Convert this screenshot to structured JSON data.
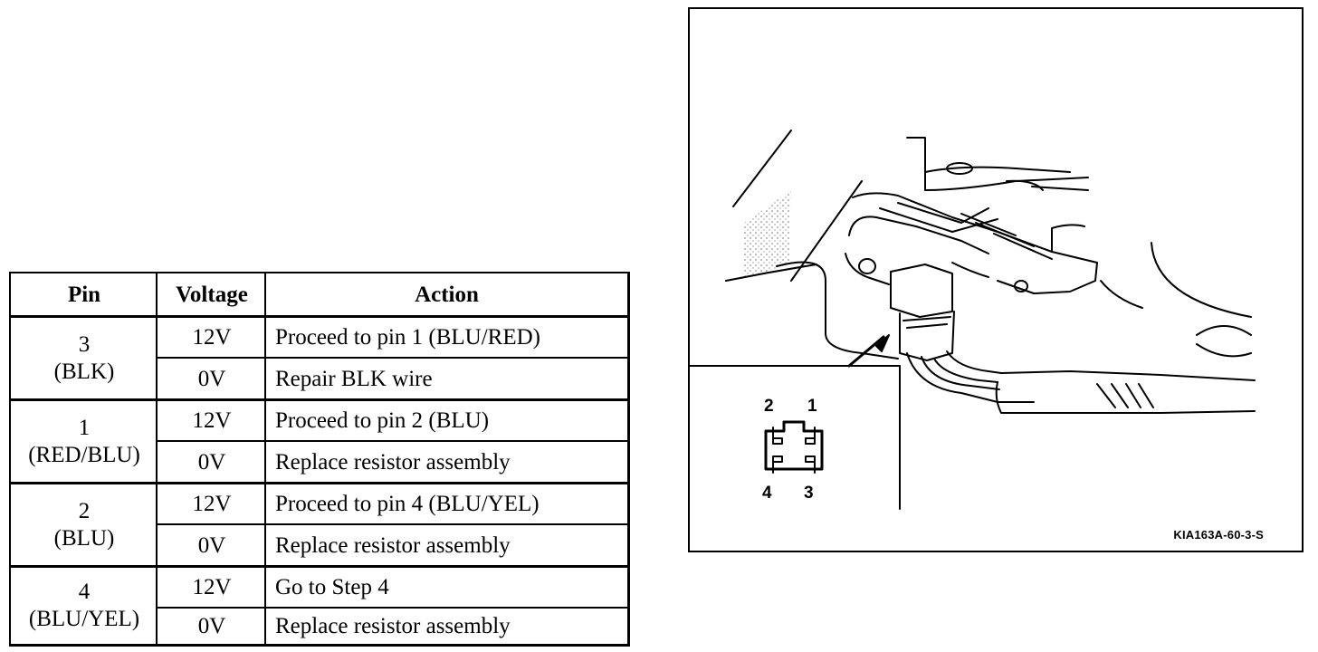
{
  "table": {
    "headers": {
      "pin": "Pin",
      "voltage": "Voltage",
      "action": "Action"
    },
    "groups": [
      {
        "pin_number": "3",
        "pin_color": "(BLK)",
        "rows": [
          {
            "voltage": "12V",
            "action": "Proceed to pin 1 (BLU/RED)"
          },
          {
            "voltage": "0V",
            "action": "Repair BLK wire"
          }
        ]
      },
      {
        "pin_number": "1",
        "pin_color": "(RED/BLU)",
        "rows": [
          {
            "voltage": "12V",
            "action": "Proceed to pin 2 (BLU)"
          },
          {
            "voltage": "0V",
            "action": "Replace resistor assembly"
          }
        ]
      },
      {
        "pin_number": "2",
        "pin_color": "(BLU)",
        "rows": [
          {
            "voltage": "12V",
            "action": "Proceed to pin 4 (BLU/YEL)"
          },
          {
            "voltage": "0V",
            "action": "Replace resistor assembly"
          }
        ]
      },
      {
        "pin_number": "4",
        "pin_color": "(BLU/YEL)",
        "rows": [
          {
            "voltage": "12V",
            "action": "Go to Step 4"
          },
          {
            "voltage": "0V",
            "action": "Replace resistor assembly"
          }
        ]
      }
    ]
  },
  "figure": {
    "caption": "KIA163A-60-3-S",
    "connector_pins": {
      "top_left": "2",
      "top_right": "1",
      "bottom_left": "4",
      "bottom_right": "3"
    }
  }
}
